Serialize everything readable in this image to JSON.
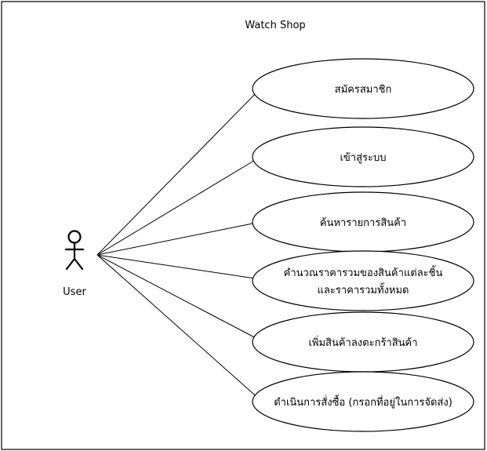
{
  "title": "Watch Shop",
  "actor": {
    "name": "User",
    "icon": "stick-figure-icon"
  },
  "use_cases": [
    {
      "id": "register",
      "lines": [
        "สมัครสมาชิก"
      ]
    },
    {
      "id": "login",
      "lines": [
        "เข้าสู่ระบบ"
      ]
    },
    {
      "id": "search-products",
      "lines": [
        "ค้นหารายการสินค้า"
      ]
    },
    {
      "id": "calculate-total",
      "lines": [
        "คำนวณราคารวมของสินค้าแต่ละชิ้น",
        "และราคารวมทั้งหมด"
      ]
    },
    {
      "id": "add-to-cart",
      "lines": [
        "เพิ่มสินค้าลงตะกร้าสินค้า"
      ]
    },
    {
      "id": "place-order",
      "lines": [
        "ดำเนินการสั่งซื้อ (กรอกที่อยู่ในการจัดส่ง)"
      ]
    }
  ],
  "colors": {
    "stroke": "#000000",
    "background": "#ffffff"
  }
}
